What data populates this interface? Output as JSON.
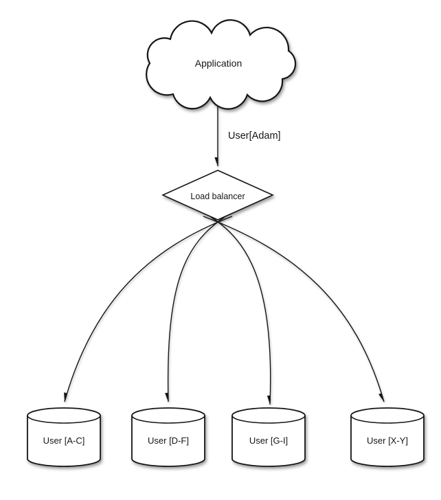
{
  "diagram": {
    "nodes": {
      "application": {
        "label": "Application",
        "shape": "cloud"
      },
      "load_balancer": {
        "label": "Load balancer",
        "shape": "diamond"
      },
      "shard_ac": {
        "label": "User [A-C]",
        "shape": "cylinder"
      },
      "shard_df": {
        "label": "User [D-F]",
        "shape": "cylinder"
      },
      "shard_gi": {
        "label": "User [G-I]",
        "shape": "cylinder"
      },
      "shard_xy": {
        "label": "User [X-Y]",
        "shape": "cylinder"
      }
    },
    "edges": [
      {
        "from": "application",
        "to": "load_balancer",
        "label": "User[Adam]"
      },
      {
        "from": "load_balancer",
        "to": "shard_ac"
      },
      {
        "from": "load_balancer",
        "to": "shard_df"
      },
      {
        "from": "load_balancer",
        "to": "shard_gi"
      },
      {
        "from": "load_balancer",
        "to": "shard_xy"
      }
    ],
    "colors": {
      "stroke": "#151515",
      "fill": "#ffffff",
      "text": "#151515",
      "background": "#ffffff"
    }
  }
}
